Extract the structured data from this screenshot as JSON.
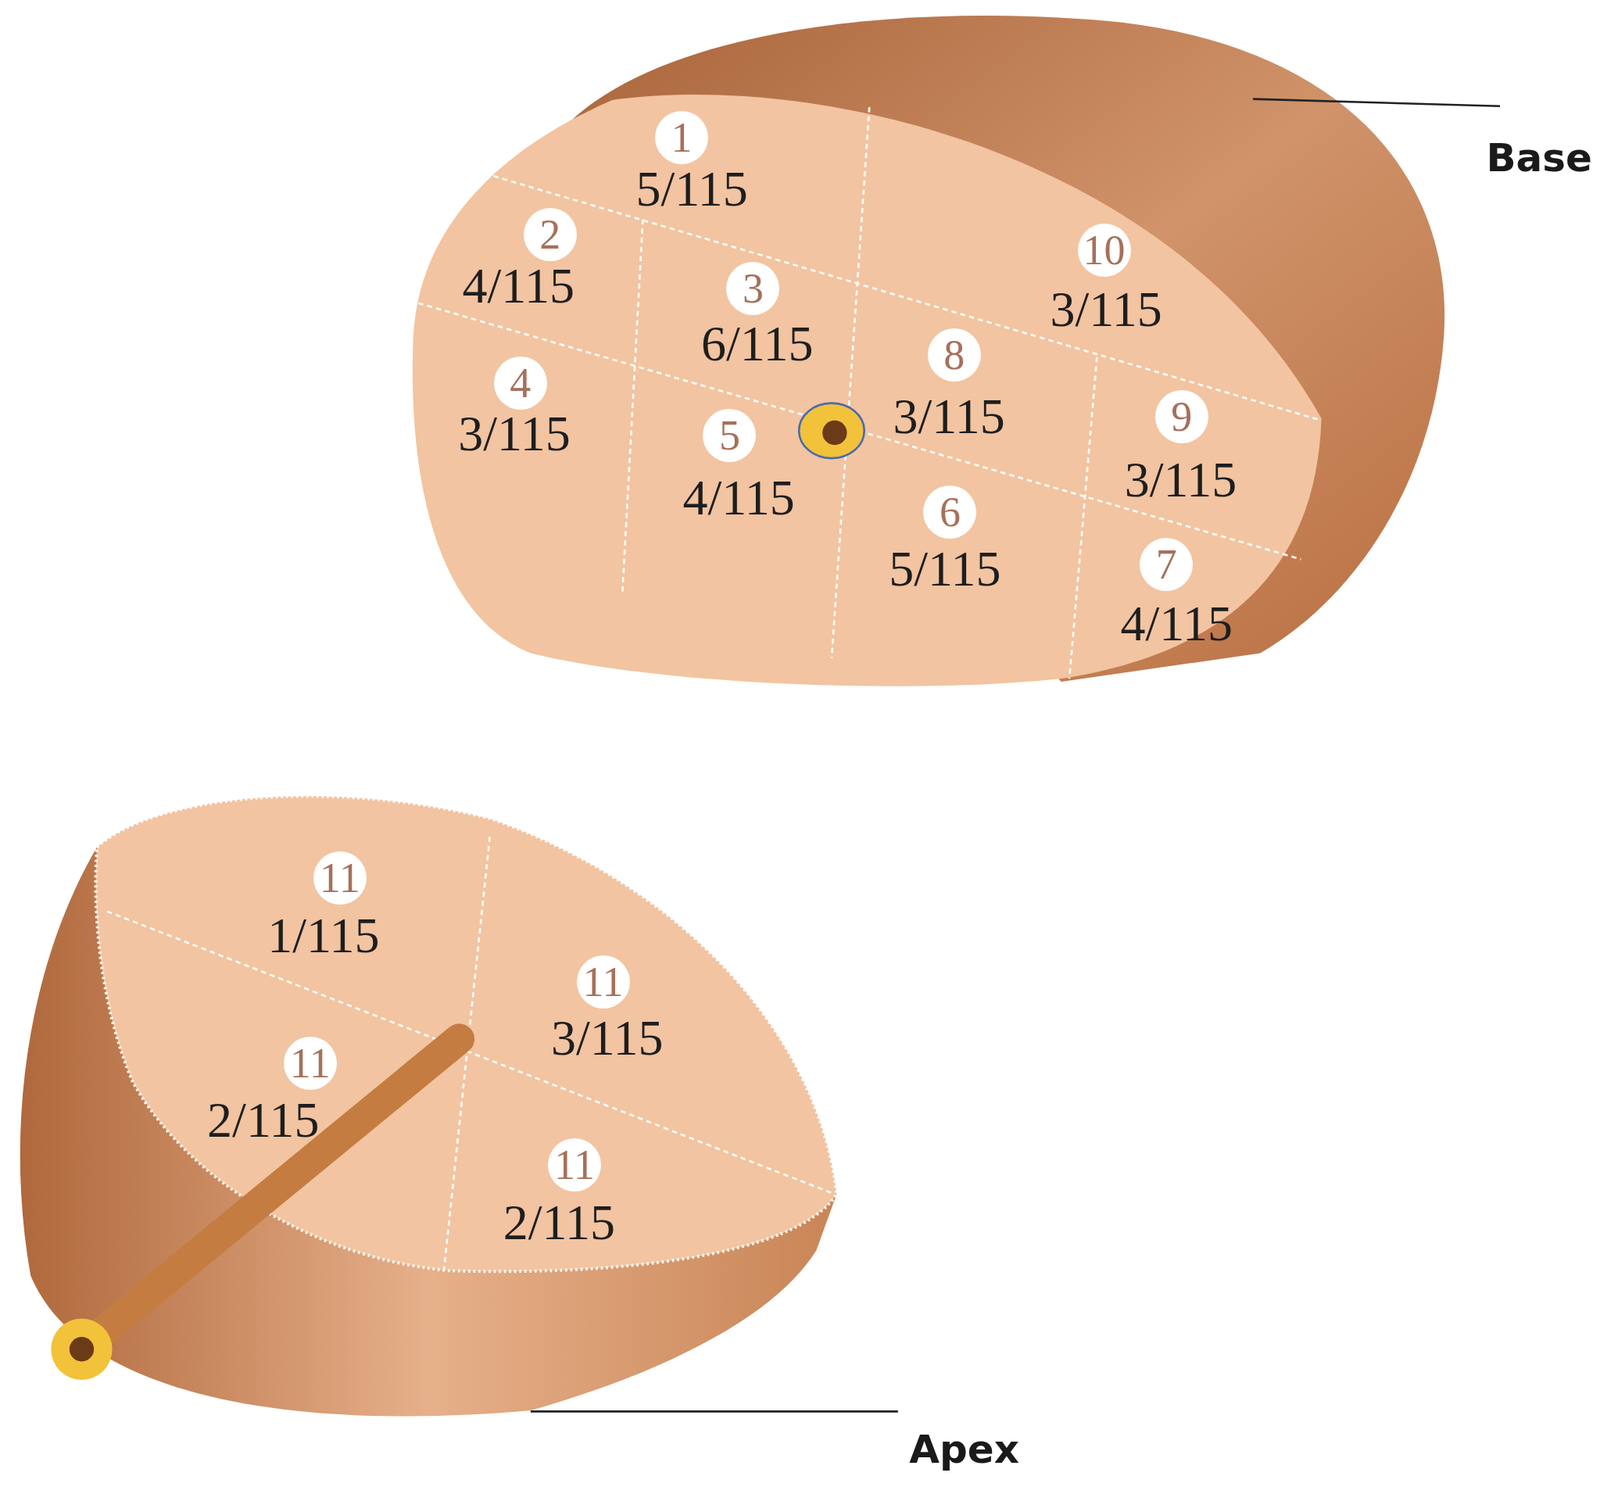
{
  "diagram": {
    "nodes": [
      {
        "text": [
          "1",
          "5/115"
        ]
      },
      {
        "text": [
          "2",
          "4/115"
        ]
      },
      {
        "text": [
          "3",
          "6/115"
        ]
      },
      {
        "text": [
          "10",
          "3/115"
        ]
      },
      {
        "text": [
          "8",
          "3/115"
        ]
      },
      {
        "text": [
          "4",
          "3/115"
        ]
      },
      {
        "text": [
          "5",
          "4/115"
        ]
      },
      {
        "text": [
          "9",
          "3/115"
        ]
      },
      {
        "text": [
          "6",
          "5/115"
        ]
      },
      {
        "text": [
          "7",
          "4/115"
        ]
      },
      {
        "text": [
          "11",
          "1/115"
        ]
      },
      {
        "text": [
          "11",
          "3/115"
        ]
      },
      {
        "text": [
          "11",
          "2/115"
        ]
      },
      {
        "text": [
          "11",
          "2/115"
        ]
      }
    ],
    "labels": [
      "Base",
      "Apex"
    ]
  }
}
